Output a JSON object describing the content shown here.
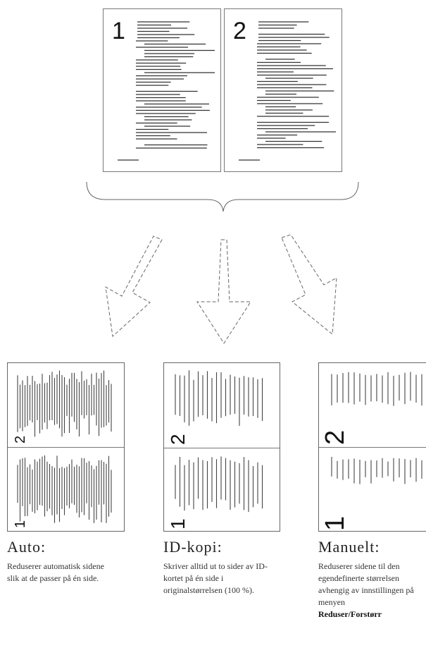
{
  "source_pages": [
    {
      "number": "1"
    },
    {
      "number": "2"
    }
  ],
  "modes": [
    {
      "title": "Auto:",
      "description": "Reduserer automatisk sidene slik at de passer på én side.",
      "output_pages": [
        {
          "number": "2"
        },
        {
          "number": "1"
        }
      ]
    },
    {
      "title": "ID-kopi:",
      "description": "Skriver alltid ut to sider av ID-kortet på én side i originalstørrelsen (100 %).",
      "output_pages": [
        {
          "number": "2"
        },
        {
          "number": "1"
        }
      ]
    },
    {
      "title": "Manuelt:",
      "description": "Reduserer sidene til den egendefinerte størrelsen avhengig av innstillingen på menyen",
      "menu_name": "Reduser/Forstørr",
      "output_pages": [
        {
          "number": "2"
        },
        {
          "number": "1"
        }
      ]
    }
  ],
  "colors": {
    "line": "#555555",
    "text_line": "#333333",
    "arrow": "#666666"
  }
}
